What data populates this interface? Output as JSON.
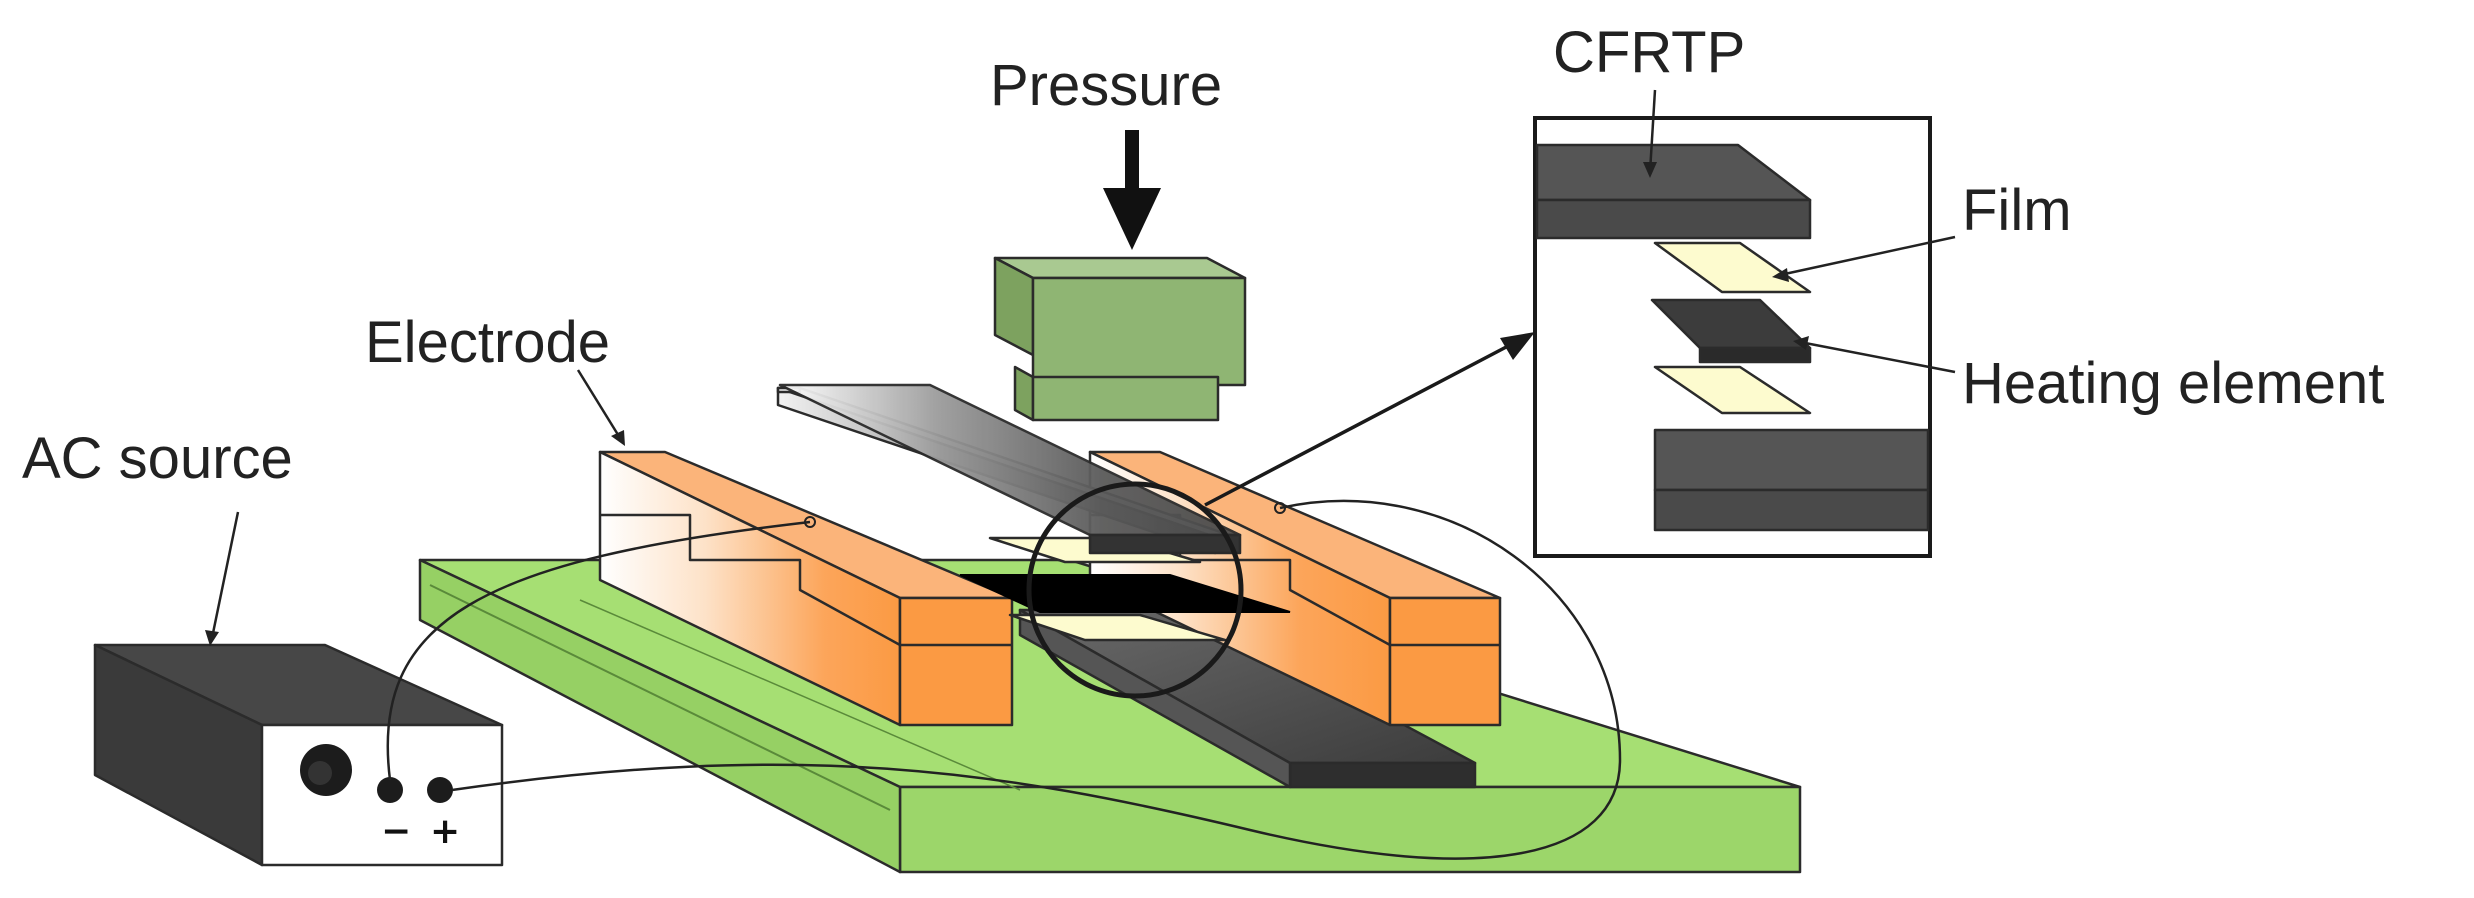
{
  "labels": {
    "pressure": "Pressure",
    "electrode": "Electrode",
    "ac_source": "AC source",
    "cfrtp": "CFRTP",
    "film": "Film",
    "heating_element": "Heating element",
    "minus": "−",
    "plus": "+"
  },
  "colors": {
    "base_top": "#a6df73",
    "base_side": "#9cd66a",
    "press_top": "#8fb573",
    "press_side": "#7da25f",
    "electrode": "#fb9a43",
    "electrode_dark": "#f08a30",
    "cfrtp_dark": "#4a4a4a",
    "film": "#fdfbcf",
    "heating_element": "#000000"
  },
  "icons": [
    "pressure-arrow-icon",
    "magnifier-circle-icon"
  ]
}
